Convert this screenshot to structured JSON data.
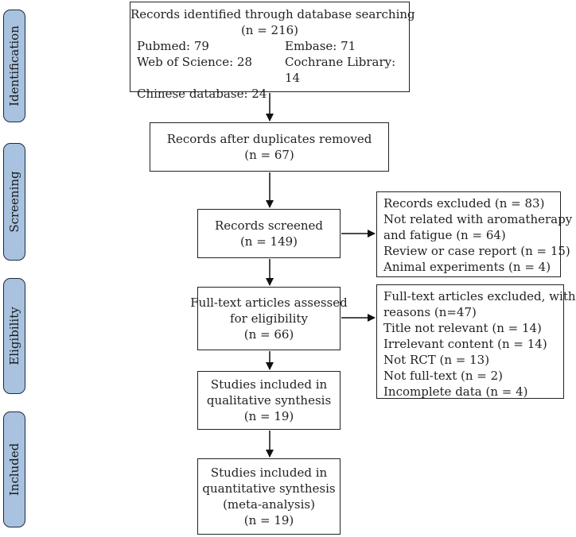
{
  "phases": [
    "Identification",
    "Screening",
    "Eligibility",
    "Included"
  ],
  "identification": {
    "title": "Records identified through database searching",
    "n": "(n = 216)",
    "sources": [
      "Pubmed: 79",
      "Embase: 71",
      "Web of Science: 28",
      "Cochrane Library: 14",
      "Chinese database: 24"
    ]
  },
  "duplicates": {
    "title": "Records after duplicates removed",
    "n": "(n = 67)"
  },
  "screened": {
    "title": "Records screened",
    "n": "(n = 149)"
  },
  "excluded": {
    "lines": [
      "Records excluded (n = 83)",
      "Not related with aromatherapy",
      "and fatigue (n = 64)",
      "Review or case report (n = 15)",
      "Animal experiments (n = 4)"
    ]
  },
  "fulltext": {
    "lines": [
      "Full-text articles assessed",
      "for eligibility",
      "(n = 66)"
    ]
  },
  "fulltext_excluded": {
    "lines": [
      "Full-text articles excluded, with",
      "reasons (n=47)",
      "Title not relevant (n = 14)",
      "Irrelevant content (n = 14)",
      "Not RCT (n = 13)",
      "Not full-text (n = 2)",
      "Incomplete data (n = 4)"
    ]
  },
  "qualitative": {
    "lines": [
      "Studies included in",
      "qualitative synthesis",
      "(n = 19)"
    ]
  },
  "quantitative": {
    "lines": [
      "Studies included in",
      "quantitative synthesis",
      "(meta-analysis)",
      "(n = 19)"
    ]
  }
}
